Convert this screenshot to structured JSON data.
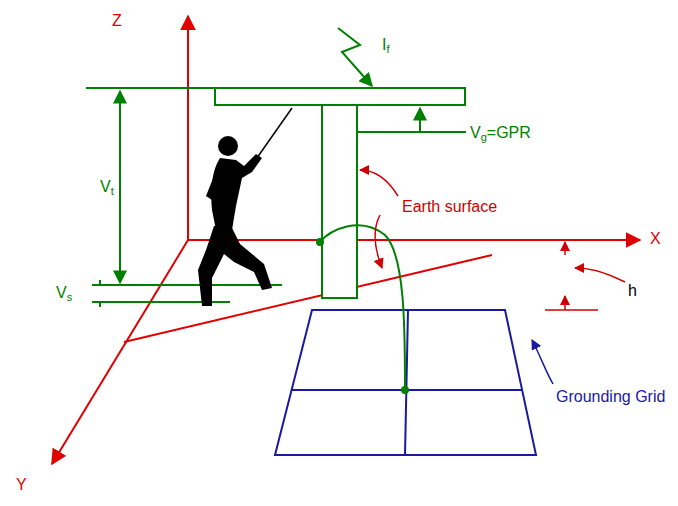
{
  "diagram": {
    "labels": [
      "Z",
      "X",
      "Y",
      "If",
      "Vg=GPR",
      "Earth surface",
      "Vt",
      "Vs",
      "h",
      "Grounding Grid"
    ]
  }
}
